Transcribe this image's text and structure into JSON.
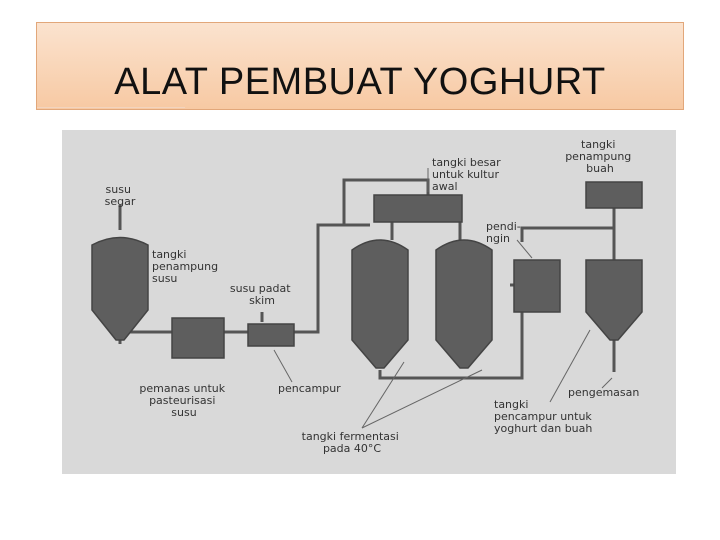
{
  "title": "ALAT PEMBUAT  YOGHURT",
  "diagram": {
    "labels": {
      "susu_segar": [
        "susu",
        "segar"
      ],
      "tangki_penampung_susu": [
        "tangki",
        "penampung",
        "susu"
      ],
      "susu_padat_skim": [
        "susu padat",
        "skim"
      ],
      "tangki_besar_kultur": [
        "tangki besar",
        "untuk kultur",
        "awal"
      ],
      "tangki_penampung_buah": [
        "tangki",
        "penampung",
        "buah"
      ],
      "pendingin": [
        "pendi-",
        "ngin"
      ],
      "pemanas": [
        "pemanas untuk",
        "pasteurisasi",
        "susu"
      ],
      "pencampur": [
        "pencampur"
      ],
      "pengemasan": [
        "pengemasan"
      ],
      "tangki_pencampur": [
        "tangki",
        "pencampur untuk",
        "yoghurt dan buah"
      ],
      "tangki_fermentasi": [
        "tangki fermentasi",
        "pada 40°C"
      ]
    }
  }
}
